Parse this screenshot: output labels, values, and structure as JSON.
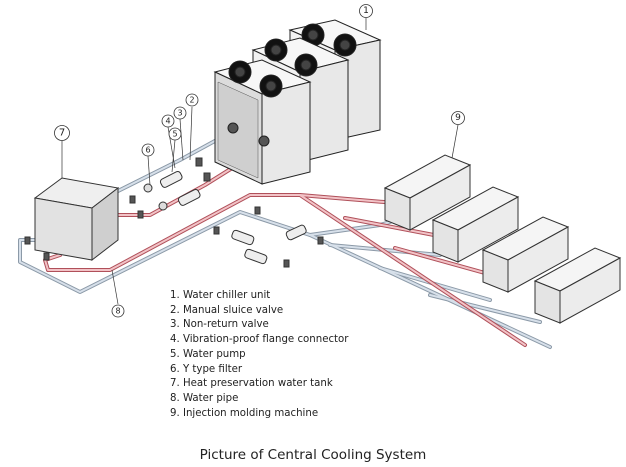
{
  "legend": [
    {
      "num": "1",
      "text": "Water chiller unit"
    },
    {
      "num": "2",
      "text": "Manual sluice valve"
    },
    {
      "num": "3",
      "text": "Non-return valve"
    },
    {
      "num": "4",
      "text": "Vibration-proof flange connector"
    },
    {
      "num": "5",
      "text": "Water pump"
    },
    {
      "num": "6",
      "text": "Y type filter"
    },
    {
      "num": "7",
      "text": "Heat preservation water tank"
    },
    {
      "num": "8",
      "text": "Water pipe"
    },
    {
      "num": "9",
      "text": "Injection molding machine"
    }
  ],
  "caption": "Picture of Central Cooling System",
  "callouts": {
    "c1": "1",
    "c2": "2",
    "c3": "3",
    "c4": "4",
    "c5": "5",
    "c6": "6",
    "c7": "7",
    "c8": "8",
    "c9": "9"
  },
  "colors": {
    "supply_pipe": "#b9c7d6",
    "return_pipe": "#d98f96",
    "outline": "#333333",
    "tank": "#e4e4e4",
    "chiller": "#f4f4f4"
  }
}
